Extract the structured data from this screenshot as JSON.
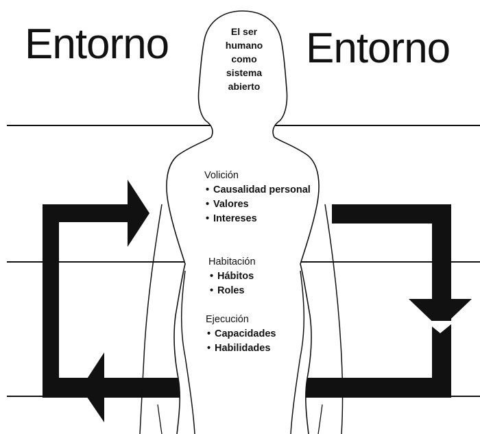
{
  "environment_left": "Entorno",
  "environment_right": "Entorno",
  "human": {
    "lines": [
      "El ser",
      "humano",
      "como",
      "sistema",
      "abierto"
    ]
  },
  "volition": {
    "heading": "Volición",
    "items": [
      "Causalidad personal",
      "Valores",
      "Intereses"
    ]
  },
  "habituation": {
    "heading": "Habitación",
    "items": [
      "Hábitos",
      "Roles"
    ]
  },
  "performance": {
    "heading": "Ejecución",
    "items": [
      "Capacidades",
      "Habilidades"
    ]
  },
  "bullet": "•",
  "colors": {
    "ink": "#111111",
    "background": "#ffffff"
  }
}
